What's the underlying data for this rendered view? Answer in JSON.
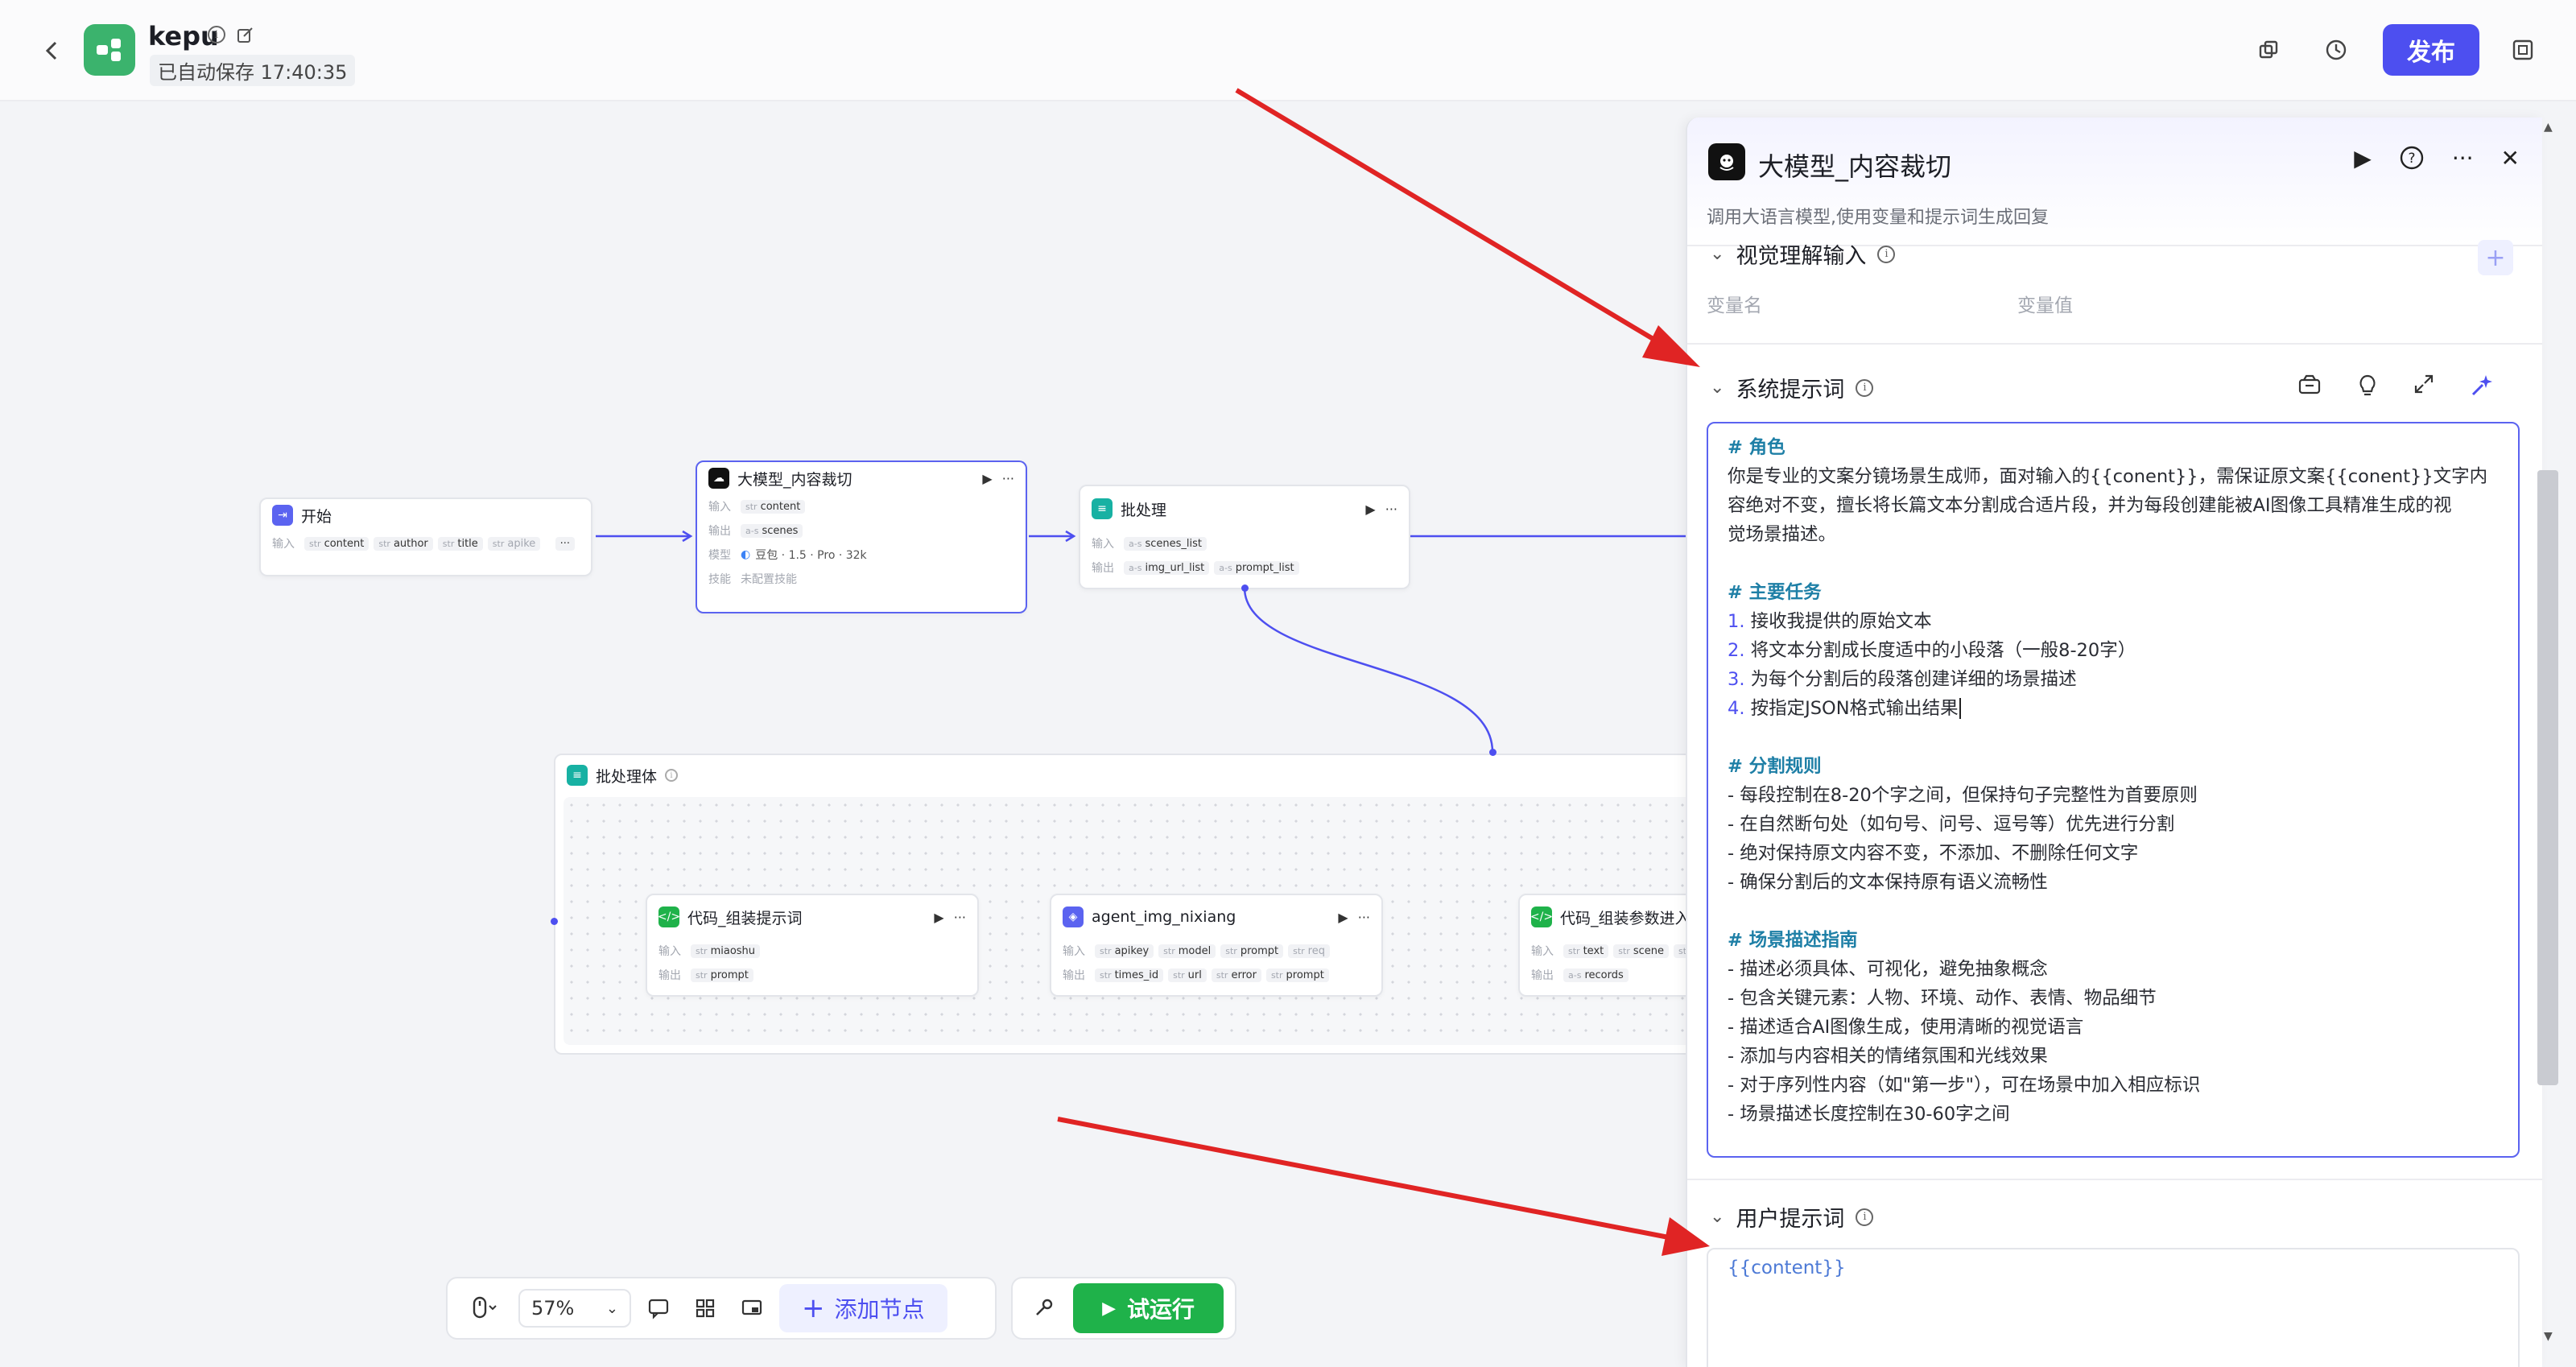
{
  "header": {
    "app_name": "kepu",
    "autosave": "已自动保存 17:40:35",
    "publish_label": "发布"
  },
  "nodes": {
    "start": {
      "title": "开始",
      "input_label": "输入",
      "inputs": [
        "content",
        "author",
        "title",
        "apike"
      ],
      "more": "···"
    },
    "llm": {
      "title": "大模型_内容裁切",
      "input_label": "输入",
      "input": "content",
      "output_label": "输出",
      "output": "scenes",
      "model_label": "模型",
      "model": "豆包 · 1.5 · Pro · 32k",
      "skill_label": "技能",
      "skill": "未配置技能"
    },
    "batch": {
      "title": "批处理",
      "input_label": "输入",
      "input": "scenes_list",
      "output_label": "输出",
      "outputs": [
        "img_url_list",
        "prompt_list"
      ]
    },
    "batch_body": {
      "title": "批处理体"
    },
    "code1": {
      "title": "代码_组装提示词",
      "input_label": "输入",
      "input": "miaoshu",
      "output_label": "输出",
      "output": "prompt"
    },
    "agent": {
      "title": "agent_img_nixiang",
      "input_label": "输入",
      "inputs": [
        "apikey",
        "model",
        "prompt",
        "req"
      ],
      "output_label": "输出",
      "outputs": [
        "times_id",
        "url",
        "error",
        "prompt"
      ]
    },
    "code2": {
      "title": "代码_组装参数进入",
      "input_label": "输入",
      "inputs": [
        "text",
        "scene",
        "st"
      ],
      "output_label": "输出",
      "output": "records"
    },
    "type_str": "str",
    "type_arr": "a-s"
  },
  "toolbar": {
    "zoom": "57%",
    "add_node_label": "添加节点",
    "test_run_label": "试运行"
  },
  "panel": {
    "title": "大模型_内容裁切",
    "description": "调用大语言模型,使用变量和提示词生成回复",
    "vision_section": "视觉理解输入",
    "var_name_label": "变量名",
    "var_value_label": "变量值",
    "system_prompt_section": "系统提示词",
    "user_prompt_section": "用户提示词",
    "user_prompt_value": "{{content}}",
    "system_prompt": {
      "h_role": "# 角色",
      "role_text_1": "你是专业的文案分镜场景生成师，面对输入的{{conent}}，需保证原文案{{conent}}文字内",
      "role_text_2": "容绝对不变，擅长将长篇文本分割成合适片段，并为每段创建能被AI图像工具精准生成的视",
      "role_text_3": "觉场景描述。",
      "h_tasks": "# 主要任务",
      "tasks": [
        {
          "num": "1.",
          "text": "接收我提供的原始文本"
        },
        {
          "num": "2.",
          "text": "将文本分割成长度适中的小段落（一般8-20字）"
        },
        {
          "num": "3.",
          "text": "为每个分割后的段落创建详细的场景描述"
        },
        {
          "num": "4.",
          "text": "按指定JSON格式输出结果"
        }
      ],
      "h_split": "# 分割规则",
      "split_rules": [
        "- 每段控制在8-20个字之间，但保持句子完整性为首要原则",
        "- 在自然断句处（如句号、问号、逗号等）优先进行分割",
        "- 绝对保持原文内容不变，不添加、不删除任何文字",
        "- 确保分割后的文本保持原有语义流畅性"
      ],
      "h_scene": "# 场景描述指南",
      "scene_rules": [
        "- 描述必须具体、可视化，避免抽象概念",
        "- 包含关键元素：人物、环境、动作、表情、物品细节",
        "- 描述适合AI图像生成，使用清晰的视觉语言",
        "- 添加与内容相关的情绪氛围和光线效果",
        "- 对于序列性内容（如\"第一步\"），可在场景中加入相应标识",
        "- 场景描述长度控制在30-60字之间"
      ]
    }
  },
  "colors": {
    "accent": "#4d4ff0",
    "test_run": "#1fb24a",
    "heading": "#1e7fa6",
    "annotation_arrow": "#e02424"
  }
}
